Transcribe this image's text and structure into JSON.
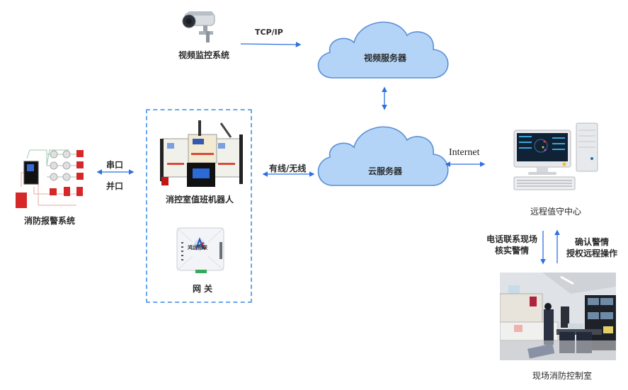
{
  "nodes": {
    "video_surveillance": {
      "label": "视频监控系统",
      "icon": "cctv-camera-icon"
    },
    "video_server": {
      "label": "视频服务器",
      "icon": "cloud-icon"
    },
    "cloud_server": {
      "label": "云服务器",
      "icon": "cloud-icon"
    },
    "fire_alarm_system": {
      "label": "消防报警系统",
      "icon": "fire-alarm-panel-icon"
    },
    "duty_robot": {
      "label": "消控室值班机器人",
      "icon": "control-robot-icon"
    },
    "gateway": {
      "label": "网 关",
      "icon": "gateway-device-icon",
      "brand_text": "鸿远物联"
    },
    "remote_center": {
      "label": "远程值守中心",
      "icon": "desktop-computer-icon"
    },
    "onsite_room": {
      "label": "现场消防控制室",
      "icon": "control-room-photo"
    }
  },
  "connections": {
    "tcp_ip": "TCP/IP",
    "serial": "串口",
    "parallel": "并口",
    "wired_wireless": "有线/无线",
    "internet": "Internet",
    "down_label_line1": "电话联系现场",
    "down_label_line2": "核实警情",
    "up_label_line1": "确认警情",
    "up_label_line2": "授权远程操作"
  },
  "colors": {
    "cloud_fill": "#b3d4f7",
    "cloud_stroke": "#5b8fd6",
    "arrow": "#2f6fe0",
    "dash_box": "#6aa6ea"
  }
}
